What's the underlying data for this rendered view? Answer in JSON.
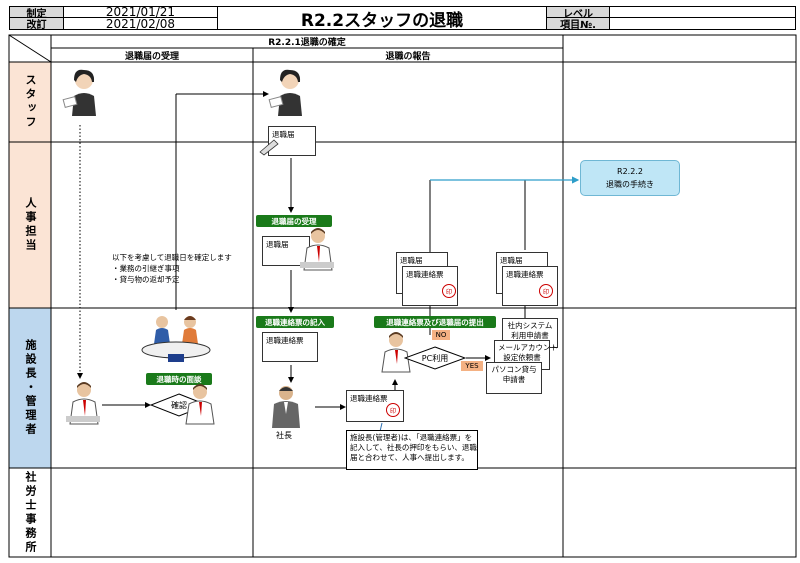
{
  "header": {
    "enacted_label": "制定",
    "enacted_date": "2021/01/21",
    "revised_label": "改訂",
    "revised_date": "2021/02/08",
    "title": "R2.2スタッフの退職",
    "level_label": "レベル",
    "item_no_label": "項目№."
  },
  "columns": {
    "group": "R2.2.1退職の確定",
    "col1": "退職届の受理",
    "col2": "退職の報告"
  },
  "lanes": [
    "スタッフ",
    "人事担当",
    "施設長・管理者",
    "社労士事務所"
  ],
  "colors": {
    "lane_staff": "#fbe4d5",
    "lane_hr": "#fbe4d5",
    "lane_manager": "#bdd7ee",
    "lane_social": "#ffffff",
    "green": "#1a7a1a",
    "link_box": "#bfe6f6",
    "yesno": "#f4b183"
  },
  "flow": {
    "link_box": {
      "line1": "R2.2.2",
      "line2": "退職の手続き"
    },
    "retire_doc": "退職届",
    "hr_receipt": "退職届の受理",
    "hr_doc": "退職届",
    "consider_note": [
      "以下を考慮して退職日を確定します",
      "・業務の引継ぎ事項",
      "・貸与物の返却予定"
    ],
    "interview": "退職時の面談",
    "confirm": "確認",
    "fill_form": "退職連絡票の記入",
    "form_doc": "退職連絡票",
    "president": "社長",
    "form_doc2": "退職連絡票",
    "submit": "退職連絡票及び退職届の提出",
    "pc_use": "PC利用",
    "no": "NO",
    "yes": "YES",
    "stack1_top": "退職届",
    "stack1_front": "退職連絡票",
    "stack2_top": "退職届",
    "stack2_front": "退職連絡票",
    "seal": "印",
    "sys_docs": [
      "社内システム",
      "利用申請書",
      "メールアカウント",
      "設定依頼書",
      "パソコン貸与",
      "申請書"
    ],
    "bottom_note": [
      "施設長(管理者)は、「退職連絡票」を",
      "記入して、社長の押印をもらい、退職",
      "届と合わせて、人事へ提出します。"
    ]
  }
}
